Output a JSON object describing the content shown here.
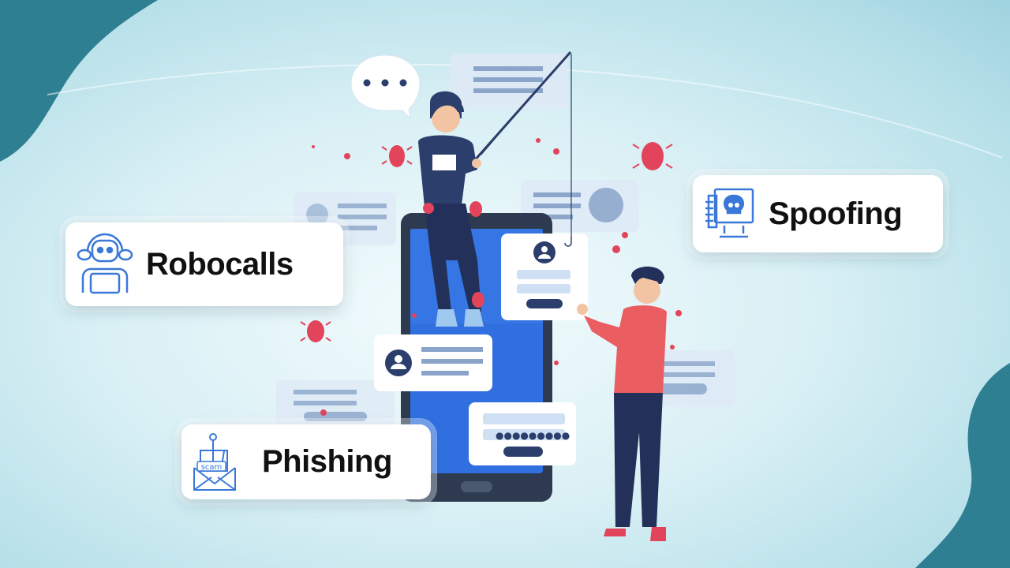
{
  "labels": {
    "robocalls": "Robocalls",
    "spoofing": "Spoofing",
    "phishing": "Phishing",
    "phishing_icon_text": "scam"
  },
  "icons": {
    "robocalls": "robot-headset-laptop-icon",
    "spoofing": "skull-computer-icon",
    "phishing": "hook-envelope-scam-icon"
  },
  "colors": {
    "accent_blue": "#2f6fe0",
    "icon_blue": "#3a78d8",
    "bug_red": "#e2445c",
    "dark_teal": "#2f7f93"
  }
}
